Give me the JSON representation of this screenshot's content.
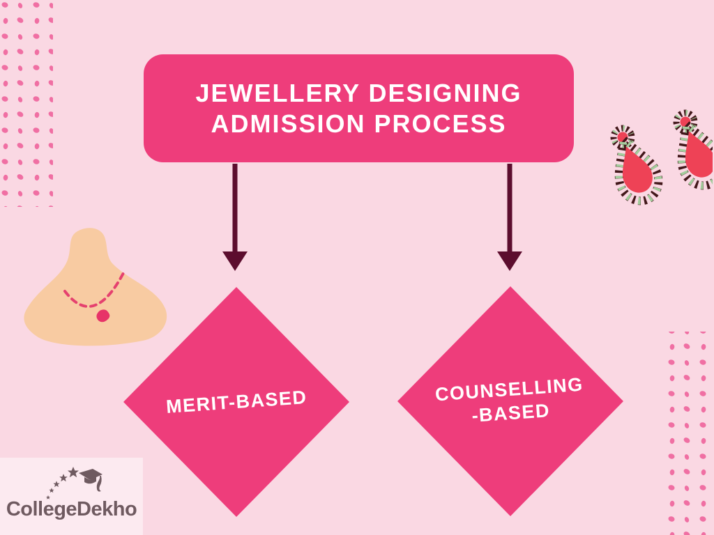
{
  "page": {
    "background_color": "#FAD8E3",
    "accent_color": "#EE3D7B",
    "arrow_color": "#5C0D2E",
    "dot_color": "#F06FA3",
    "text_color": "#FFFFFF"
  },
  "title": {
    "line1": "JEWELLERY DESIGNING",
    "line2": "ADMISSION PROCESS"
  },
  "nodes": [
    {
      "label": "MERIT-BASED"
    },
    {
      "label": "COUNSELLING\n-BASED"
    }
  ],
  "branding": {
    "name": "CollegeDekho",
    "logo_color": "#6F5A60",
    "logo_icons": [
      "stars-arc-icon",
      "graduation-cap-icon"
    ],
    "background_color": "#FCEAF0"
  },
  "decorations": {
    "top_left": "dot-pattern",
    "bottom_right": "dot-pattern",
    "left": "necklace-on-neck-illustration",
    "top_right": "earrings-illustration",
    "illustration_colors": {
      "skin": "#F8CBA2",
      "necklace_pink": "#E5416F",
      "pendant_pink": "#E73368",
      "earring_red": "#EE4256",
      "earring_dark": "#43181B",
      "earring_green": "#A2CC9B"
    }
  }
}
